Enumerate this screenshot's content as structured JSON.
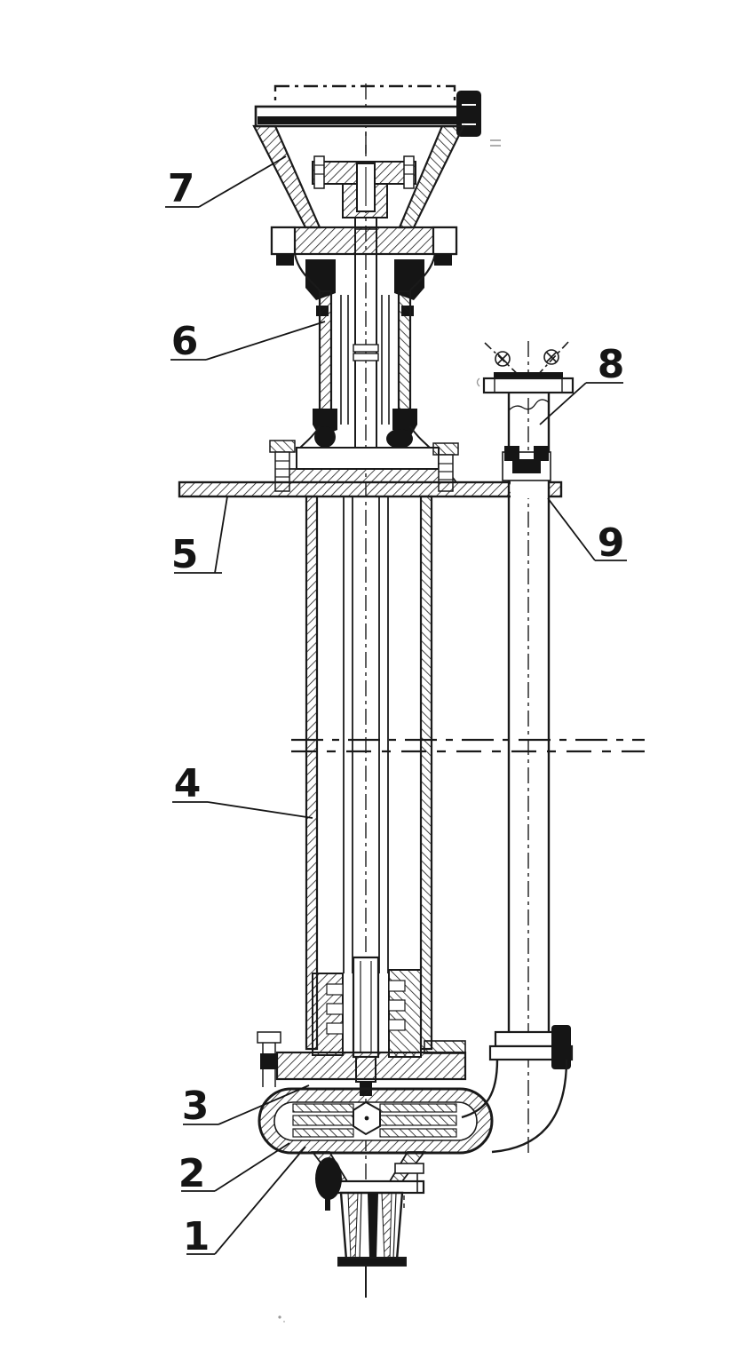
{
  "figure": {
    "kind": "sectional technical drawing",
    "background_color": "#ffffff",
    "line_color": "#1a1a1a"
  },
  "callouts": [
    {
      "label": "1"
    },
    {
      "label": "2"
    },
    {
      "label": "3"
    },
    {
      "label": "4"
    },
    {
      "label": "5"
    },
    {
      "label": "6"
    },
    {
      "label": "7"
    },
    {
      "label": "8"
    },
    {
      "label": "9"
    }
  ]
}
